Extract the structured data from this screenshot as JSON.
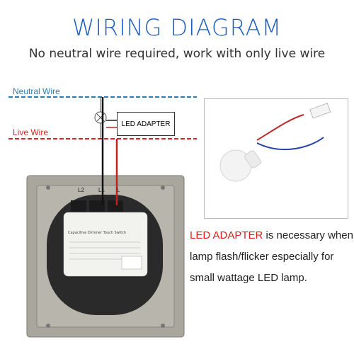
{
  "header": {
    "title": "WIRING DIAGRAM",
    "subtitle": "No neutral wire required, work with only live wire"
  },
  "wires": {
    "neutral_label": "Neutral Wire",
    "live_label": "Live Wire"
  },
  "adapter": {
    "label": "LED ADAPTER"
  },
  "switch": {
    "terminals": [
      "L2",
      "L1",
      "L"
    ],
    "plate_title": "Capacitive Dimmer Touch Switch"
  },
  "caption": {
    "highlight": "LED ADAPTER",
    "text": " is necessary when lamp flash/flicker especially for small wattage LED lamp."
  },
  "colors": {
    "title": "#1f5fbf",
    "neutral_wire": "#2b7fb0",
    "live_wire": "#d42626",
    "highlight": "#e01b1b",
    "adapter_wire_black": "#1a1a1a",
    "adapter_wire_red": "#c21f1f"
  }
}
